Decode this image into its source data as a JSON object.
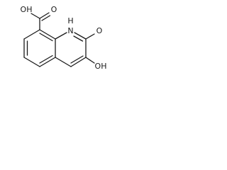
{
  "molecule": {
    "atom_labels": {
      "carboxyl_hydroxyl": "OH",
      "carboxyl_oxygen": "O",
      "ring_nitrogen": "N",
      "ring_nh_hydrogen": "H",
      "oxygen_2": "O",
      "hydroxyl_3": "OH"
    },
    "colors": {
      "bond": "#1a1a1a",
      "text": "#1a1a1a",
      "background": "#ffffff"
    }
  }
}
